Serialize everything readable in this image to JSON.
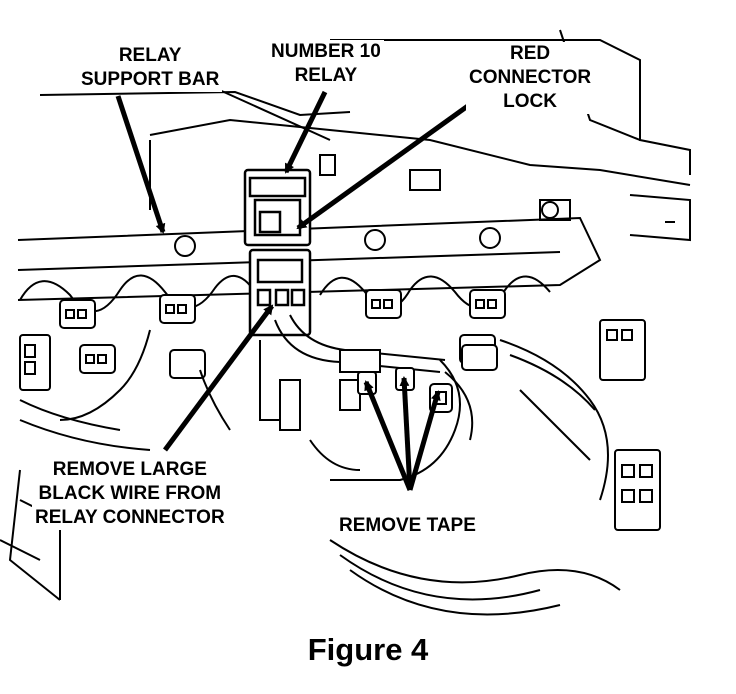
{
  "figure": {
    "caption": "Figure 4",
    "callouts": {
      "relay_support_bar": "RELAY\nSUPPORT BAR",
      "number_10_relay": "NUMBER 10\nRELAY",
      "red_connector_lock": "RED\nCONNECTOR\nLOCK",
      "remove_large_black_wire": "REMOVE LARGE\nBLACK WIRE FROM\nRELAY CONNECTOR",
      "remove_tape": "REMOVE TAPE"
    }
  },
  "colors": {
    "line": "#000000",
    "background": "#ffffff"
  }
}
